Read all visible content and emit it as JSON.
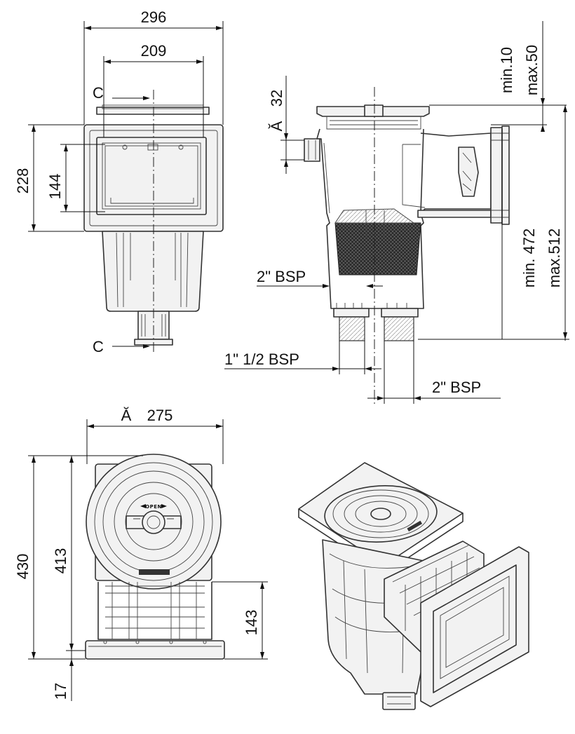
{
  "views": {
    "front": {
      "width_outer": "296",
      "width_inner": "209",
      "height_outer": "228",
      "height_inner": "144",
      "section_mark_top": "C",
      "section_mark_bottom": "C"
    },
    "section": {
      "dim_32": "32",
      "mark_top": "Ă",
      "level_min": "min.10",
      "level_max": "max.50",
      "height_min": "min. 472",
      "height_max": "max.512",
      "pipe_main": "2\" BSP",
      "pipe_left": "1\" 1/2 BSP",
      "pipe_right": "2\" BSP"
    },
    "top": {
      "width_mark": "Ă",
      "width": "275",
      "height_total": "430",
      "height_body": "413",
      "height_cage": "143",
      "height_base": "17",
      "lid_label": "OPEN"
    }
  }
}
